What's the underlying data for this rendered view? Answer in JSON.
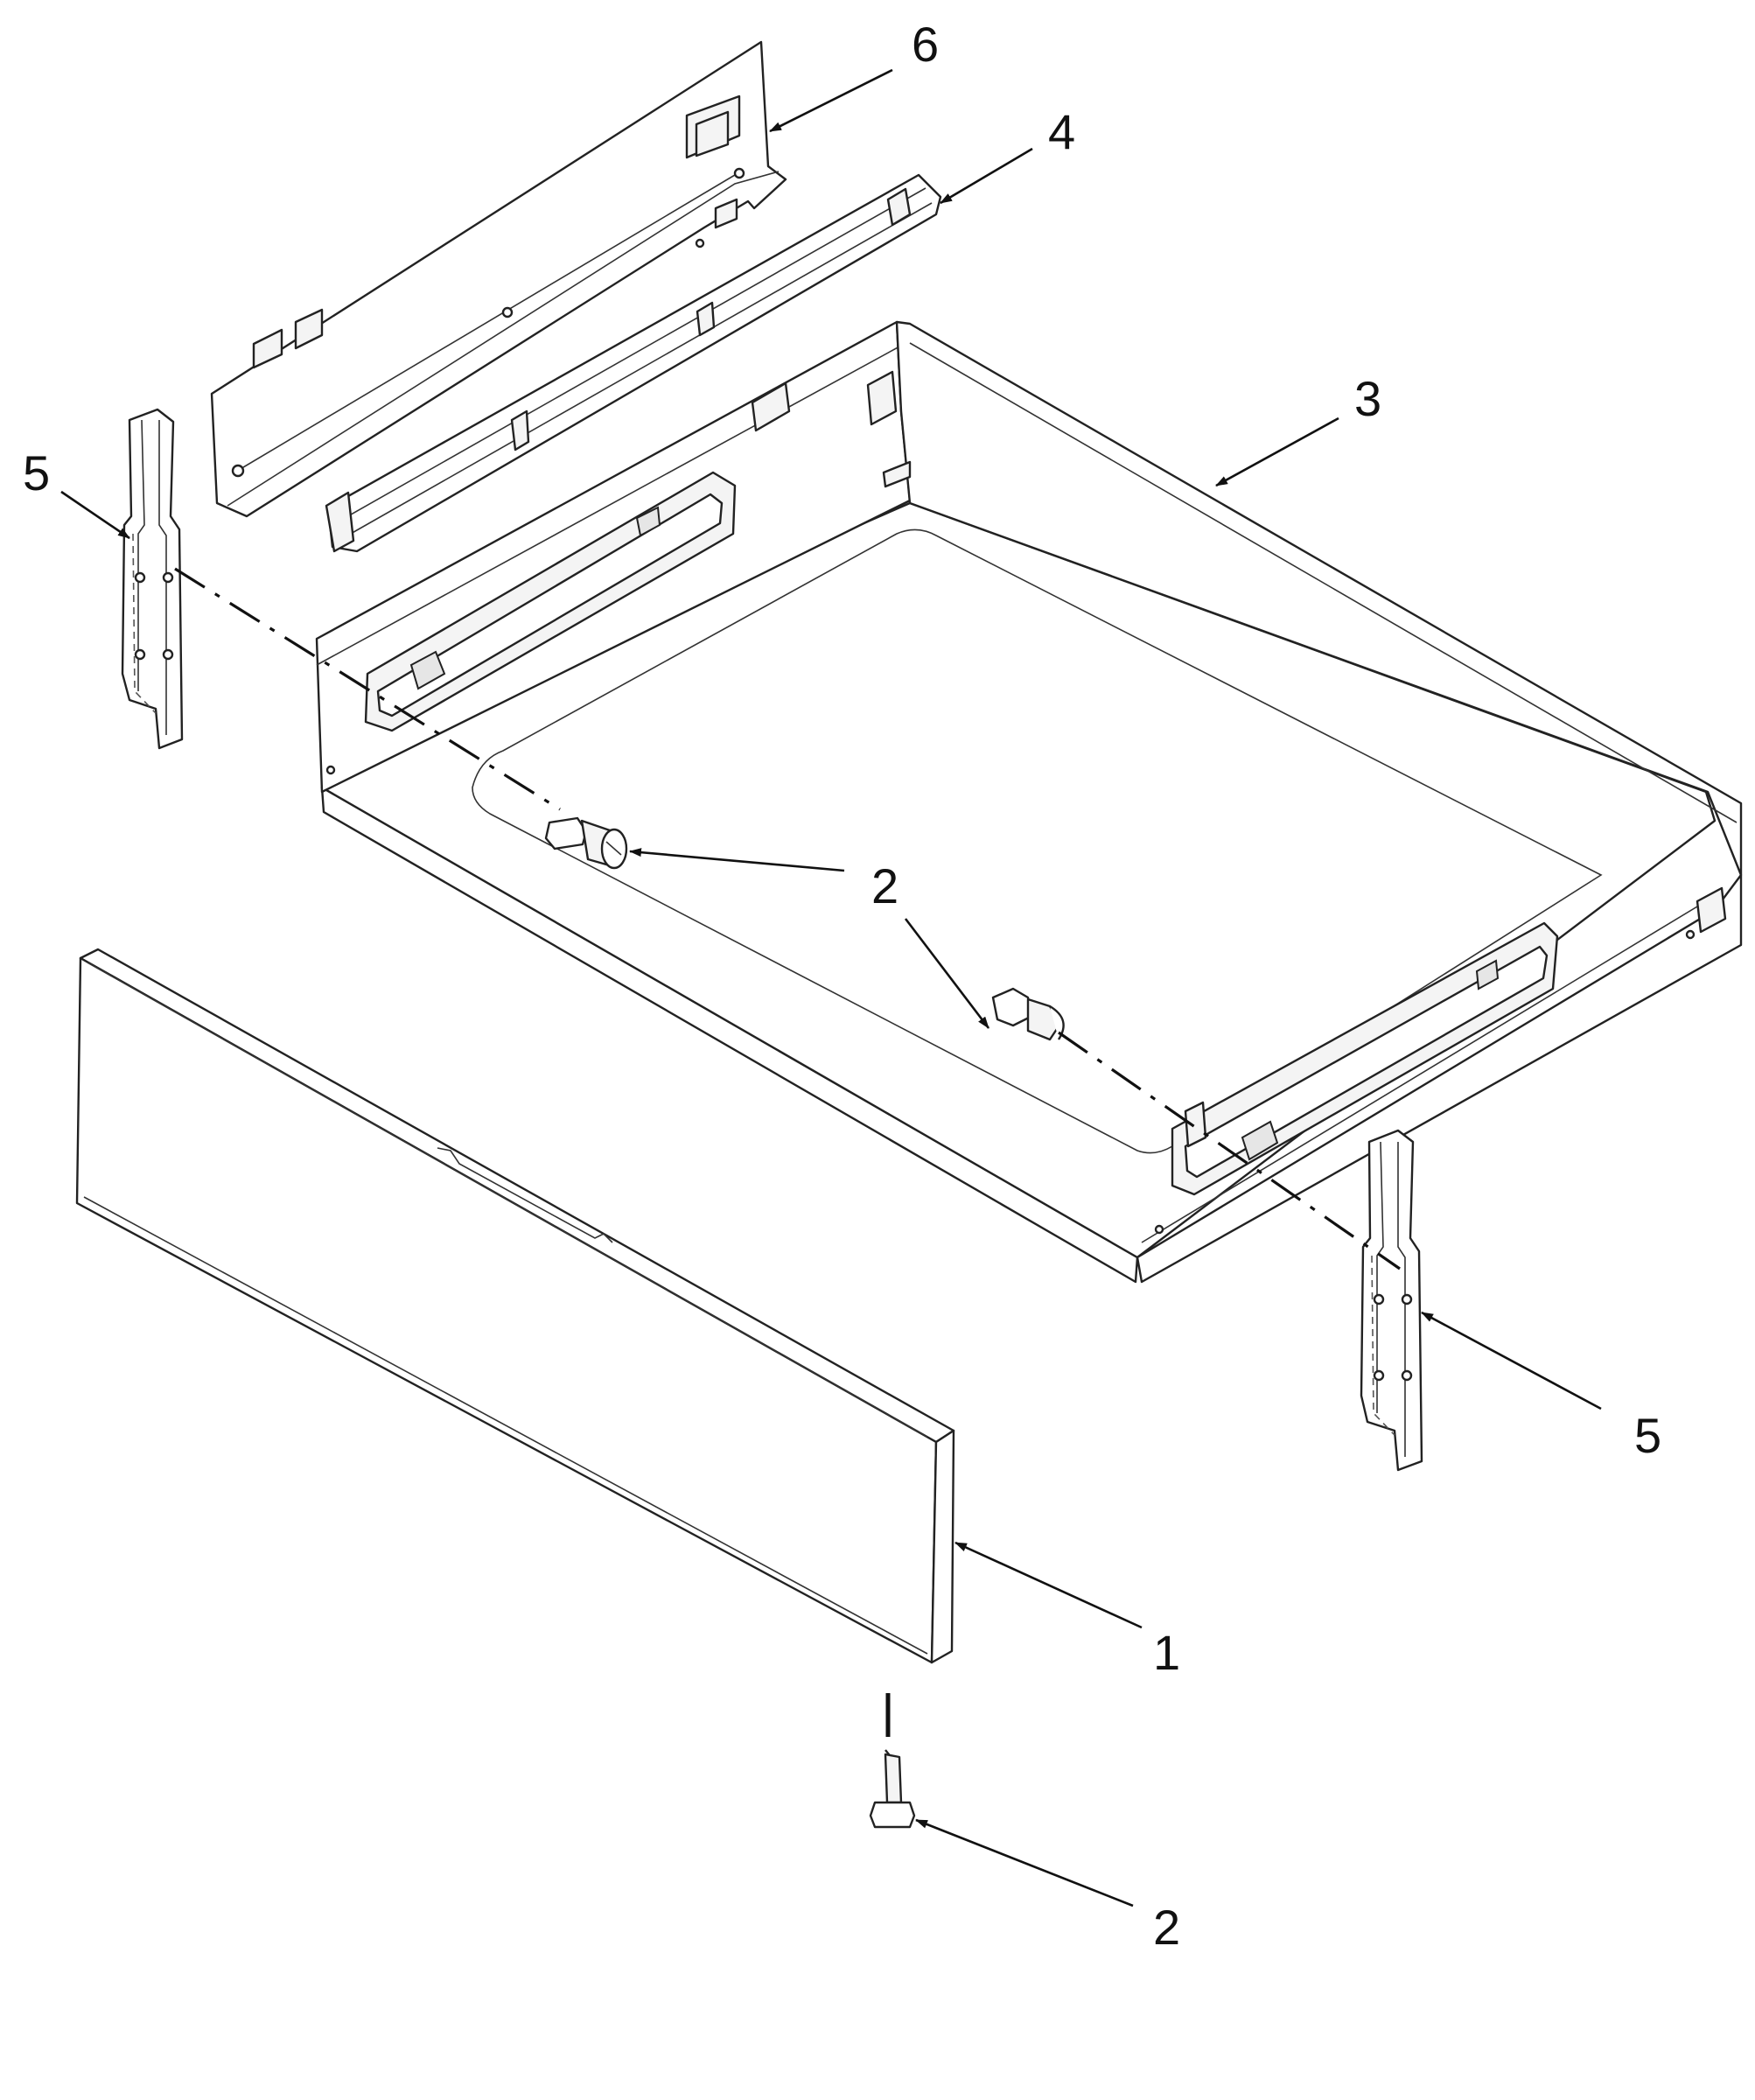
{
  "diagram": {
    "callouts": [
      {
        "id": "door-panel",
        "label": "1"
      },
      {
        "id": "screw-front-left",
        "label": "2"
      },
      {
        "id": "screw-front-right",
        "label": "2"
      },
      {
        "id": "screw-bottom",
        "label": "2"
      },
      {
        "id": "drawer-body",
        "label": "3"
      },
      {
        "id": "slide-rail",
        "label": "4"
      },
      {
        "id": "rear-panel",
        "label": "6"
      },
      {
        "id": "bracket-left",
        "label": "5"
      },
      {
        "id": "bracket-right",
        "label": "5"
      }
    ]
  }
}
